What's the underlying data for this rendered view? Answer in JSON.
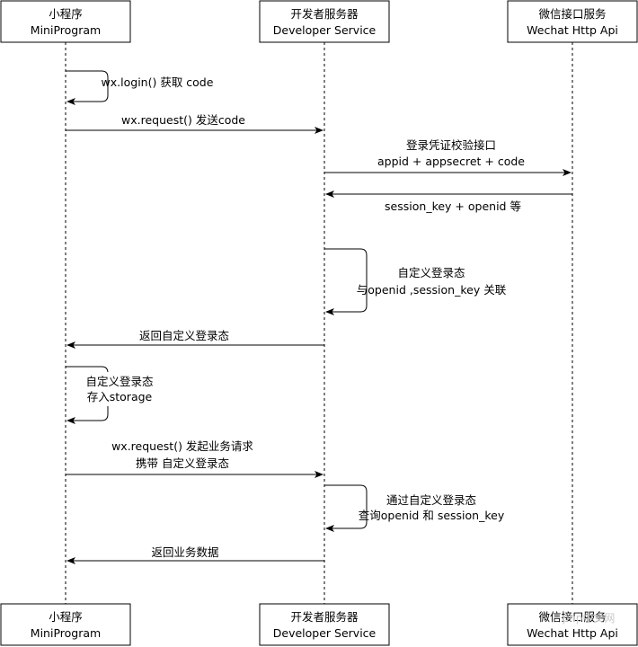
{
  "participants": [
    {
      "name_zh": "小程序",
      "name_en": "MiniProgram"
    },
    {
      "name_zh": "开发者服务器",
      "name_en": "Developer Service"
    },
    {
      "name_zh": "微信接口服务",
      "name_en": "Wechat Http Api"
    }
  ],
  "messages": [
    {
      "kind": "self",
      "line1": "wx.login() 获取 code",
      "line2": ""
    },
    {
      "kind": "arrow",
      "line1": "wx.request() 发送code",
      "line2": ""
    },
    {
      "kind": "arrow",
      "line1": "登录凭证校验接口",
      "line2": "appid + appsecret + code"
    },
    {
      "kind": "arrow",
      "line1": "session_key + openid 等",
      "line2": ""
    },
    {
      "kind": "self",
      "line1": "自定义登录态",
      "line2": "与openid ,session_key 关联"
    },
    {
      "kind": "arrow",
      "line1": "返回自定义登录态",
      "line2": ""
    },
    {
      "kind": "self",
      "line1": "自定义登录态",
      "line2": "存入storage"
    },
    {
      "kind": "arrow",
      "line1": "wx.request() 发起业务请求",
      "line2": "携带 自定义登录态"
    },
    {
      "kind": "self",
      "line1": "通过自定义登录态",
      "line2": "查询openid 和 session_key"
    },
    {
      "kind": "arrow",
      "line1": "返回业务数据",
      "line2": ""
    }
  ],
  "watermark": "php中文网"
}
